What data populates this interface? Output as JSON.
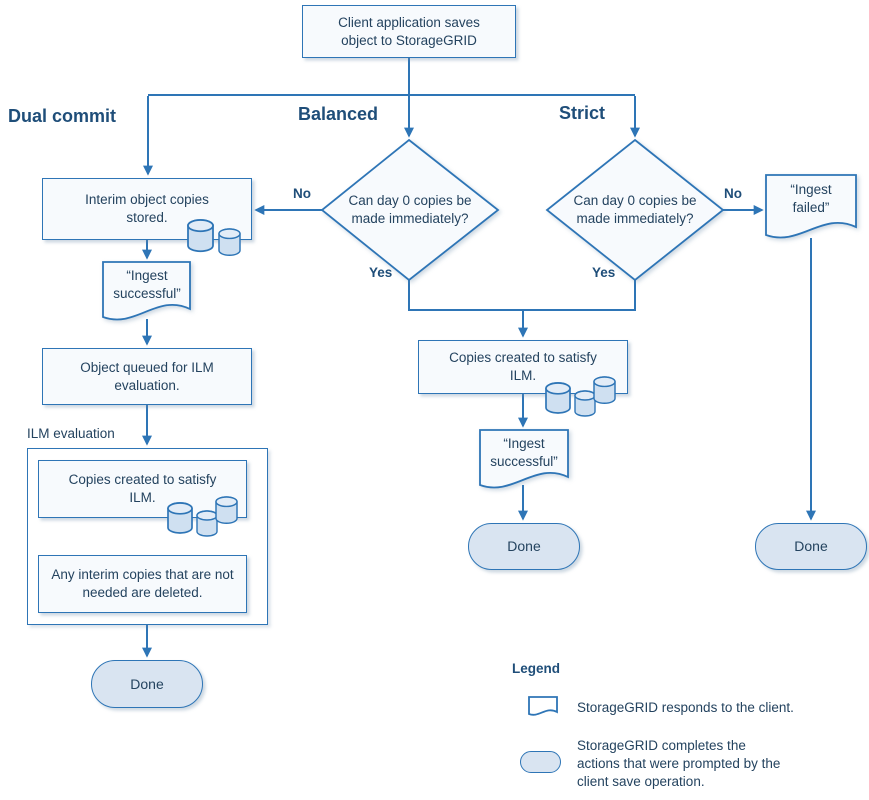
{
  "colors": {
    "accent": "#2e75b6",
    "heading_text": "#1f4e79",
    "body_text": "#24435f",
    "node_fill": "#f7fafd",
    "stadium_fill": "#d9e4f1",
    "cylinder_fill": "#cfe0f1"
  },
  "start": {
    "label": "Client application saves object to StorageGRID"
  },
  "branches": {
    "dual_commit": "Dual commit",
    "balanced": "Balanced",
    "strict": "Strict"
  },
  "decisions": {
    "balanced": {
      "question": "Can day 0 copies be made immediately?",
      "no": "No",
      "yes": "Yes"
    },
    "strict": {
      "question": "Can day 0 copies be made immediately?",
      "no": "No",
      "yes": "Yes"
    }
  },
  "dual_commit": {
    "interim": "Interim object copies stored.",
    "ingest_successful": "“Ingest successful”",
    "queued": "Object queued for ILM evaluation.",
    "ilm_section_label": "ILM evaluation",
    "ilm_copies": "Copies created to satisfy ILM.",
    "ilm_cleanup": "Any interim copies that are not needed are deleted.",
    "done": "Done"
  },
  "balanced_path": {
    "copies": "Copies created to satisfy ILM.",
    "ingest_successful": "“Ingest successful”",
    "done": "Done"
  },
  "strict_path": {
    "ingest_failed": "“Ingest failed”",
    "done": "Done"
  },
  "legend": {
    "title": "Legend",
    "document_label": "StorageGRID responds to the client.",
    "stadium_label": "StorageGRID completes the actions that were prompted by the client save operation."
  }
}
